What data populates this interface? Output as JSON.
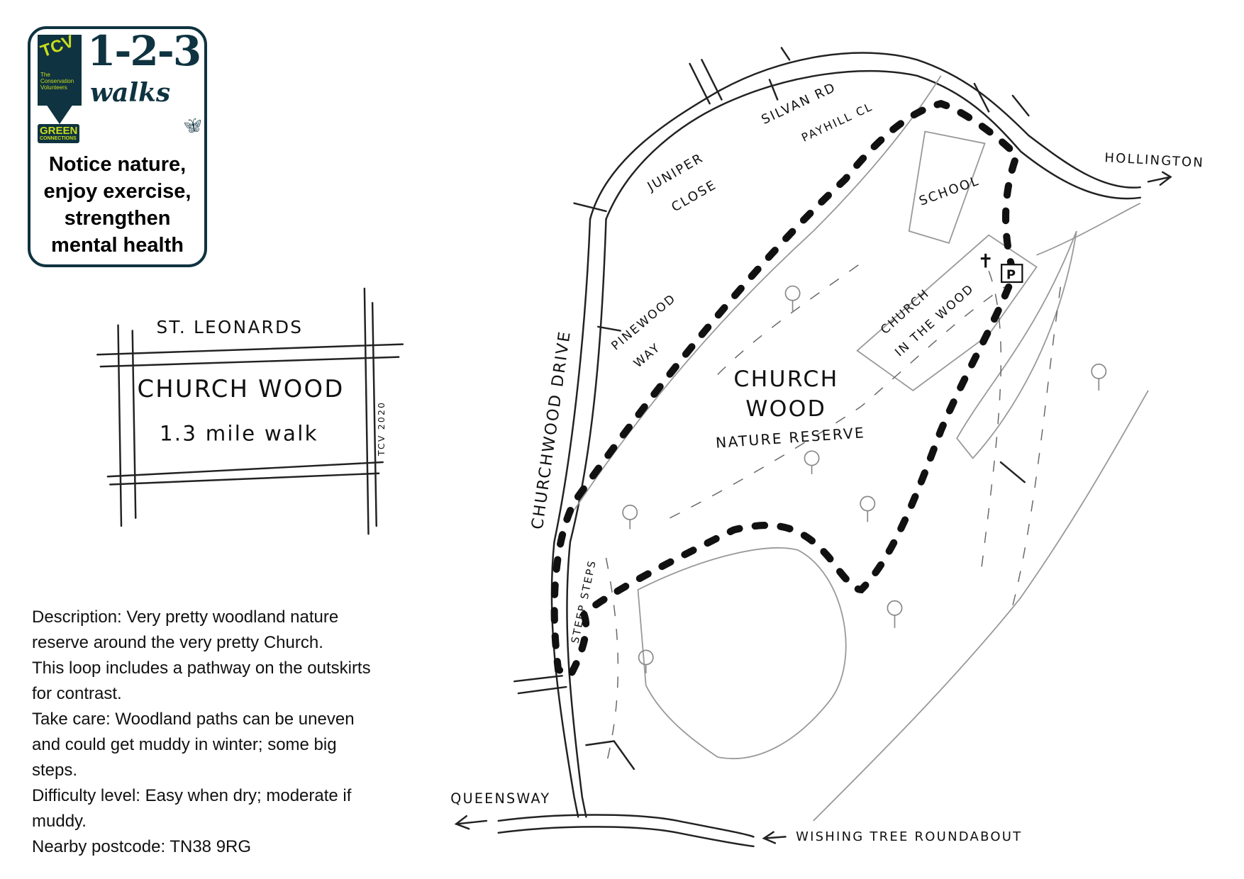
{
  "logo": {
    "brand": "TCV",
    "brand_full": "The Conservation Volunteers",
    "programme": "GREEN",
    "programme_sub": "CONNECTIONS",
    "title_numbers": "1-2-3",
    "title_word": "walks",
    "tagline": [
      "Notice nature,",
      "enjoy exercise,",
      "strengthen",
      "mental health"
    ]
  },
  "inset": {
    "area": "ST. LEONARDS",
    "name": "CHURCH WOOD",
    "distance": "1.3 mile walk",
    "credit": "TCV 2020"
  },
  "description": [
    "Description: Very pretty woodland nature",
    "reserve around the very pretty Church.",
    "This loop includes a pathway on the outskirts",
    "for contrast.",
    "Take care: Woodland paths can be uneven",
    "and could get muddy in winter; some big",
    "steps.",
    "Difficulty level: Easy when dry; moderate if",
    "muddy.",
    "Nearby postcode: TN38 9RG"
  ],
  "map": {
    "labels": {
      "silvan_rd": "SILVAN RD",
      "payhill_cl": "PAYHILL CL",
      "juniper_close_1": "JUNIPER",
      "juniper_close_2": "CLOSE",
      "school": "SCHOOL",
      "hollington": "HOLLINGTON",
      "church_in_wood_1": "CHURCH",
      "church_in_wood_2": "IN THE WOOD",
      "pinewood_way_1": "PINEWOOD",
      "pinewood_way_2": "WAY",
      "churchwood_drive": "CHURCHWOOD DRIVE",
      "reserve_1": "CHURCH",
      "reserve_2": "WOOD",
      "reserve_3": "NATURE RESERVE",
      "steep_steps": "STEEP STEPS",
      "queensway": "QUEENSWAY",
      "wishing_tree": "WISHING TREE ROUNDABOUT",
      "parking": "P",
      "church_symbol": "✝"
    }
  }
}
